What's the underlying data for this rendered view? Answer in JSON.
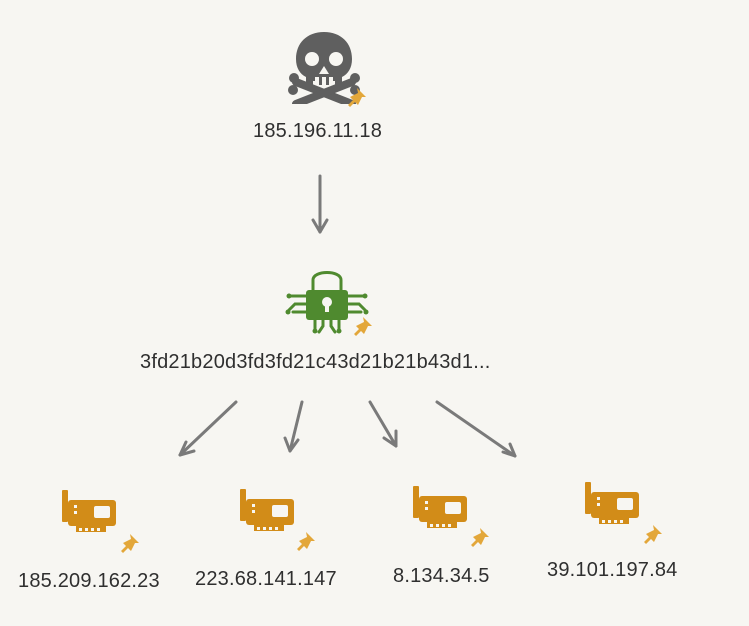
{
  "graph": {
    "root": {
      "label": "185.196.11.18",
      "icon": "skull-crossbones-icon",
      "icon_color": "#5f5f5f"
    },
    "hash": {
      "label": "3fd21b20d3fd3fd21c43d21b21b43d1...",
      "icon": "lock-circuit-icon",
      "icon_color": "#4f8a2f"
    },
    "children": [
      {
        "label": "185.209.162.23",
        "icon": "network-card-icon",
        "icon_color": "#d28c18"
      },
      {
        "label": "223.68.141.147",
        "icon": "network-card-icon",
        "icon_color": "#d28c18"
      },
      {
        "label": "8.134.34.5",
        "icon": "network-card-icon",
        "icon_color": "#d28c18"
      },
      {
        "label": "39.101.197.84",
        "icon": "network-card-icon",
        "icon_color": "#d28c18"
      }
    ],
    "pin_icon": "pin-icon",
    "pin_color": "#e3a73a",
    "edge_color": "#7a7a7a"
  }
}
